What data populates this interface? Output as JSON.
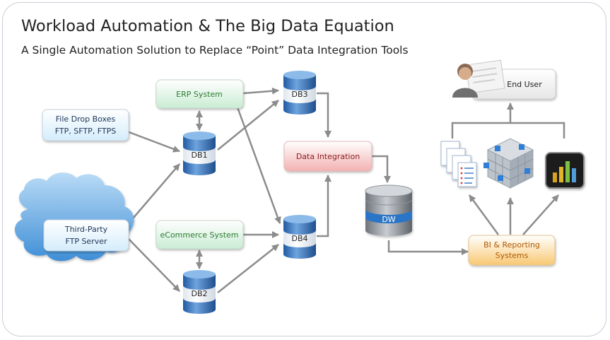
{
  "title": "Workload Automation & The Big Data Equation",
  "subtitle": "A Single Automation Solution to Replace “Point” Data Integration Tools",
  "nodes": {
    "file_drop": {
      "line1": "File Drop Boxes",
      "line2": "FTP, SFTP, FTPS"
    },
    "third_party": {
      "line1": "Third-Party",
      "line2": "FTP Server"
    },
    "erp": {
      "label": "ERP System"
    },
    "ecommerce": {
      "label": "eCommerce System"
    },
    "data_integration": {
      "label": "Data Integration"
    },
    "bi": {
      "line1": "BI & Reporting",
      "line2": "Systems"
    },
    "end_user": {
      "label": "End User"
    }
  },
  "databases": {
    "db1": "DB1",
    "db2": "DB2",
    "db3": "DB3",
    "db4": "DB4",
    "dw": "DW"
  },
  "colors": {
    "green_text": "#2e7d32",
    "red_text": "#8a1c1c",
    "orange_text": "#b05a00",
    "blue_text": "#1d3557",
    "arrow": "#8c8c8c",
    "db_blue": "#2e6bb5"
  },
  "icons": {
    "end_user": "user-document-icon",
    "reports": "report-list-icon",
    "cube": "data-cube-icon",
    "chart": "bar-chart-icon",
    "cloud": "cloud-icon"
  }
}
